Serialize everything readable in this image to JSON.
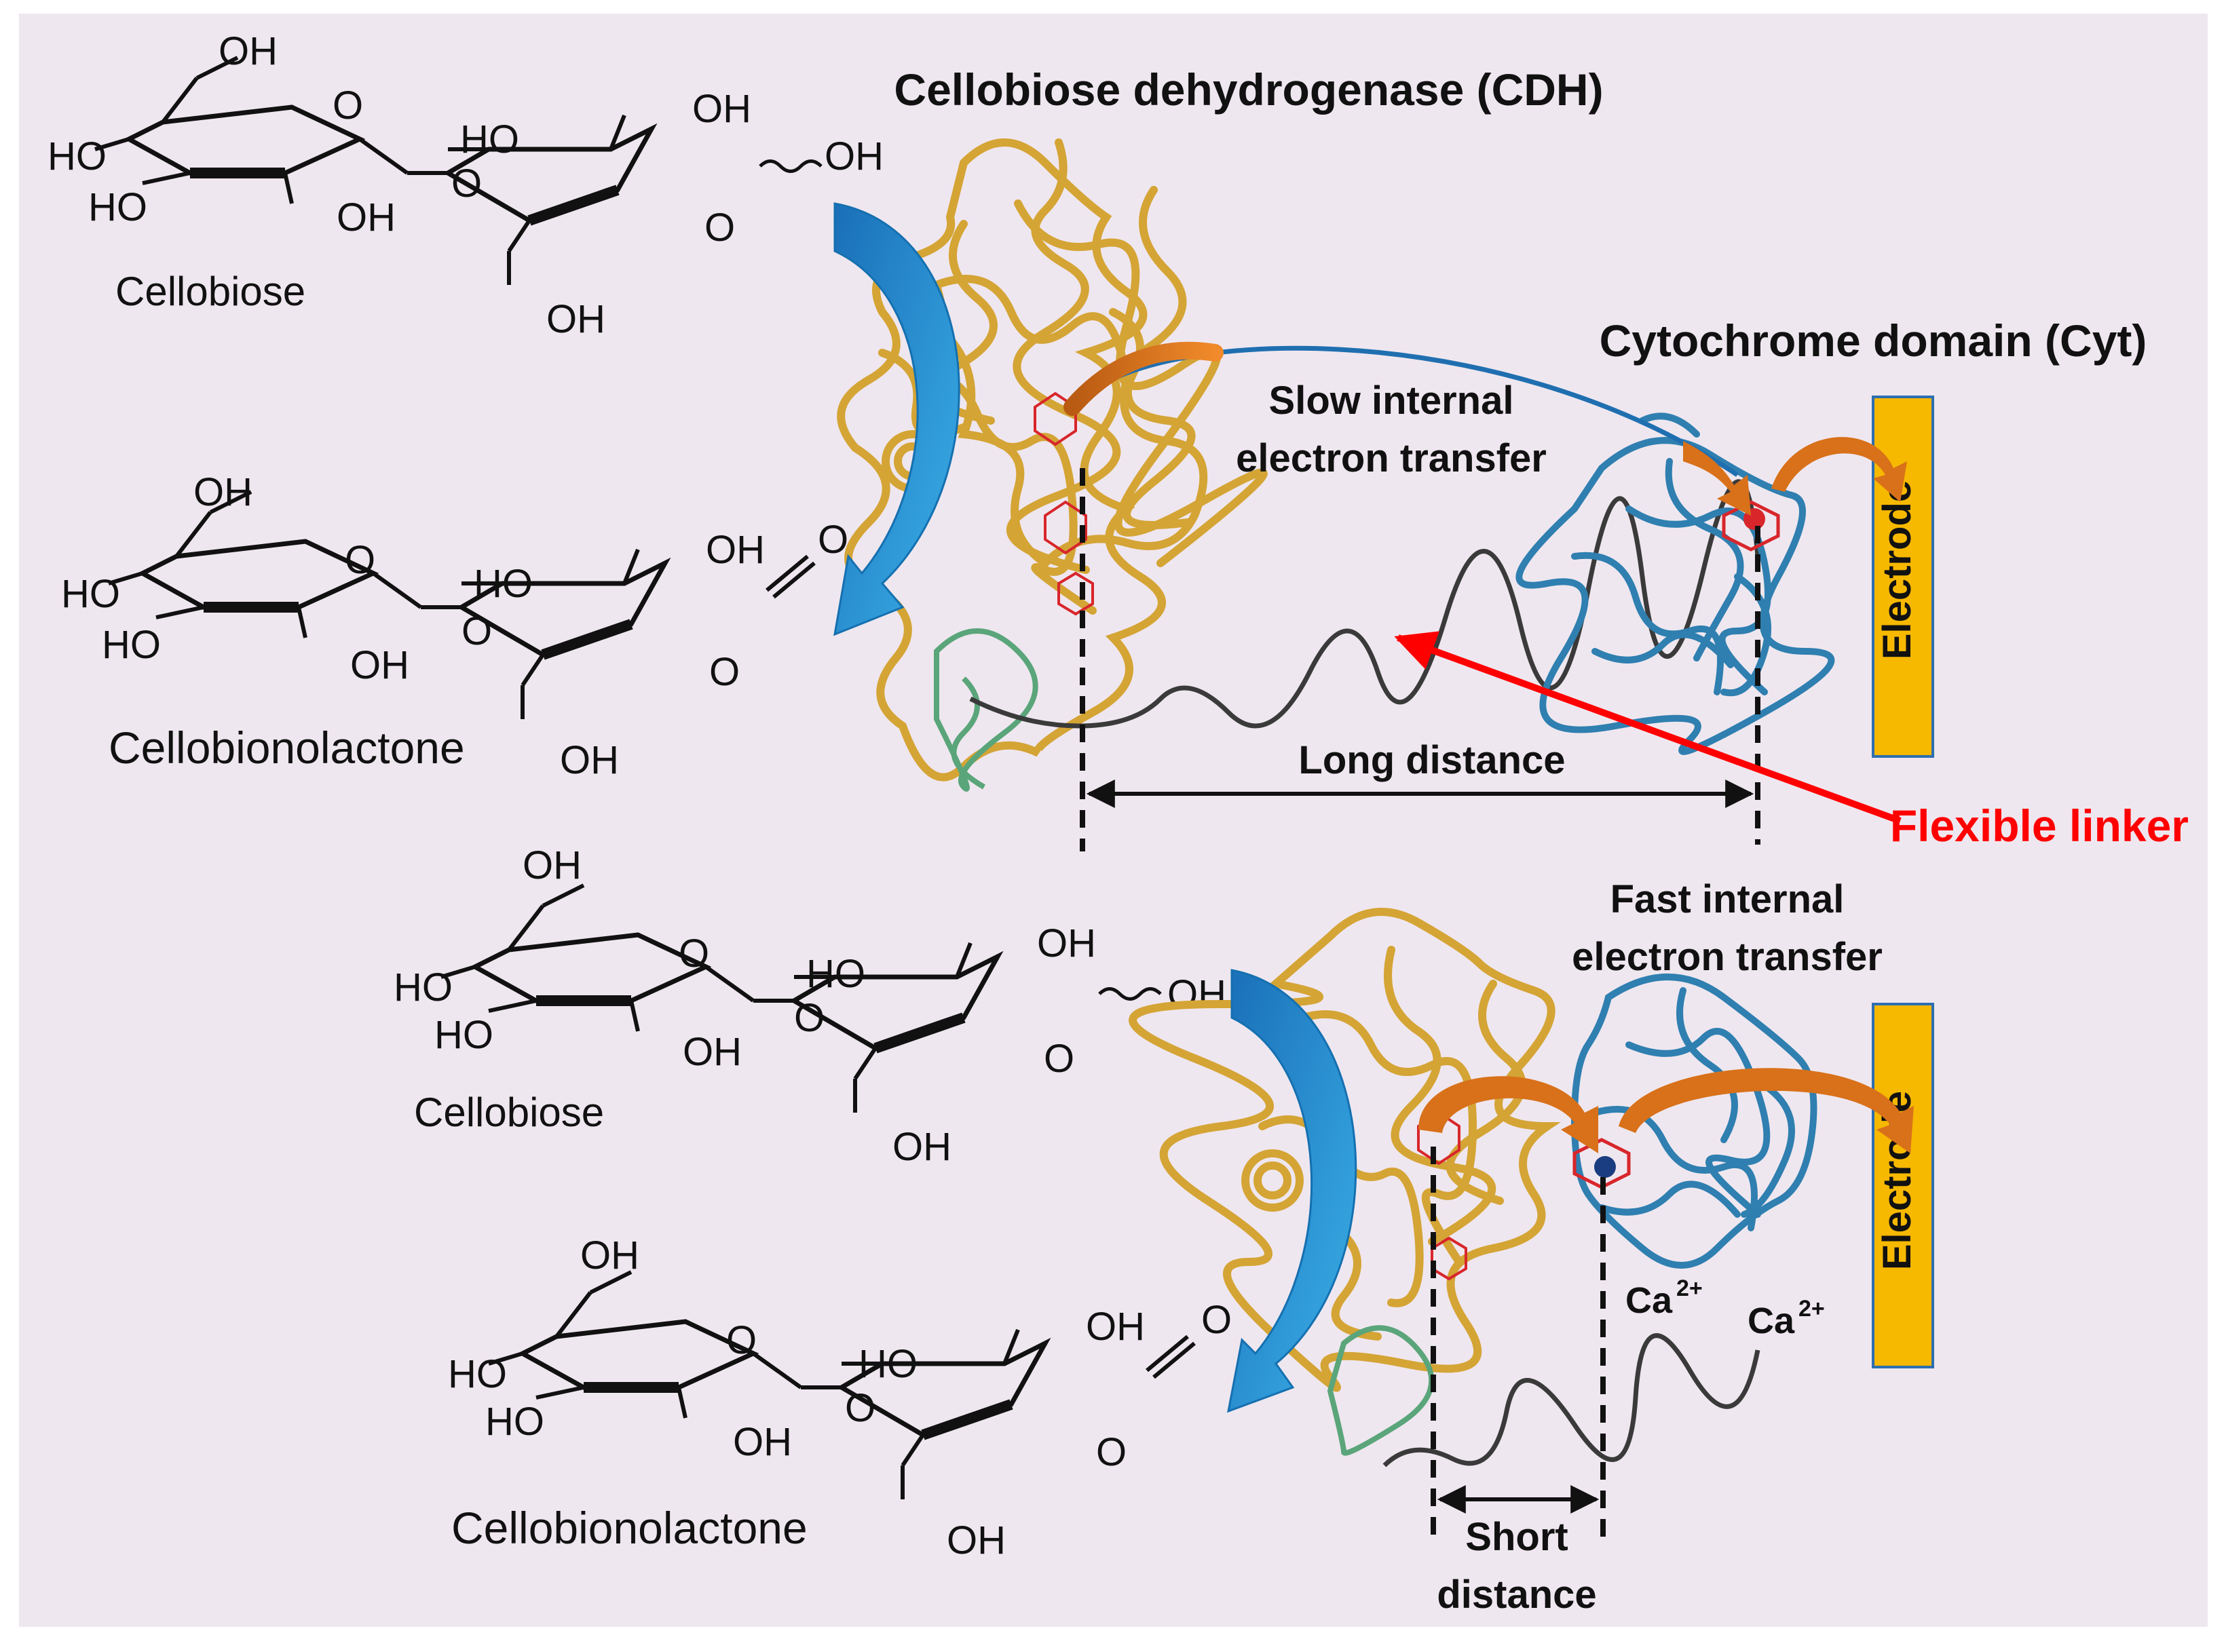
{
  "title": "Cellobiose dehydrogenase (CDH)",
  "cyt_title": "Cytochrome domain (Cyt)",
  "slow_transfer": [
    "Slow internal",
    "electron transfer"
  ],
  "fast_transfer": [
    "Fast internal",
    "electron transfer"
  ],
  "long_distance": "Long distance",
  "short_distance": [
    "Short",
    "distance"
  ],
  "flexible_linker": "Flexible linker",
  "electrode": "Electrode",
  "ca_ion": "Ca",
  "ca_charge": "2+",
  "cellobiose": "Cellobiose",
  "cellobionolactone": "Cellobionolactone",
  "oh": "OH",
  "ho": "HO",
  "o": "O",
  "colors": {
    "background": "#efe7ef",
    "fad_domain": "#d4a435",
    "cyt_domain": "#2f7fb0",
    "linker": "#3a3a3a",
    "arrow_blue": "#1a8fd0",
    "arrow_orange": "#d8711a",
    "electrode": "#f7b800",
    "heme": "#d8262b",
    "flexible_linker_text": "#ff0000"
  }
}
